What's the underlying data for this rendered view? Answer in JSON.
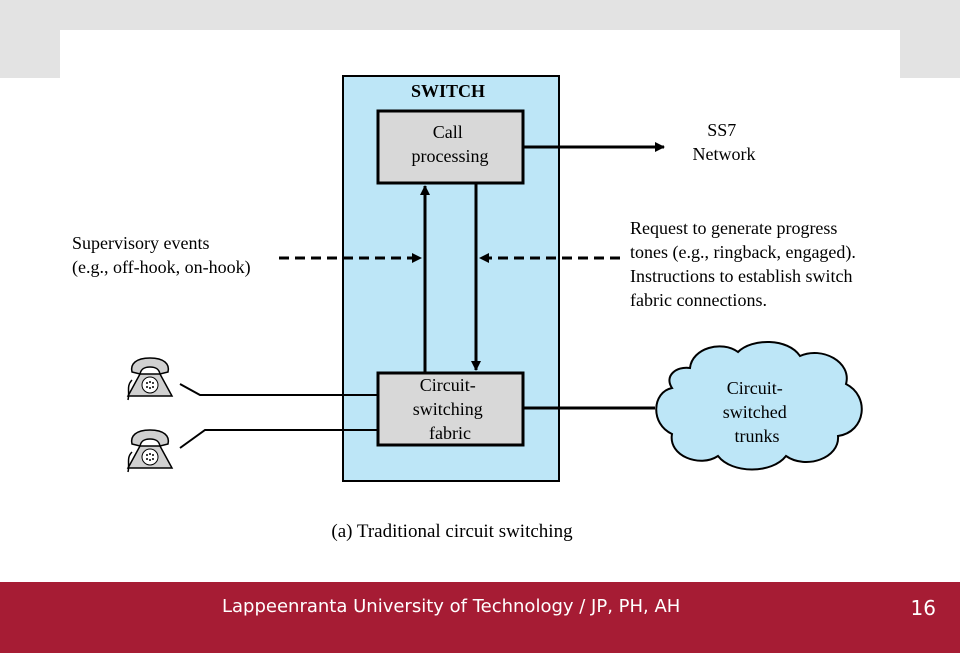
{
  "diagram": {
    "switch_label": "SWITCH",
    "call_processing": [
      "Call",
      "processing"
    ],
    "ss7_network": [
      "SS7",
      "Network"
    ],
    "supervisory_events": [
      "Supervisory events",
      "(e.g., off-hook, on-hook)"
    ],
    "request_text": [
      "Request to generate progress",
      "tones (e.g., ringback, engaged).",
      "Instructions to establish switch",
      "fabric connections."
    ],
    "circuit_switching_fabric": [
      "Circuit-",
      "switching",
      "fabric"
    ],
    "circuit_switched_trunks": [
      "Circuit-",
      "switched",
      "trunks"
    ],
    "caption": "(a) Traditional circuit switching",
    "icons": [
      "telephone-icon",
      "cloud-icon"
    ],
    "colors": {
      "switch_fill": "#bde6f7",
      "box_fill": "#d8d8d8",
      "cloud_fill": "#bde6f7",
      "stroke": "#000000"
    }
  },
  "footer": {
    "text": "Lappeenranta University of Technology / JP, PH, AH",
    "page_number": "16",
    "color": "#a61c34"
  }
}
